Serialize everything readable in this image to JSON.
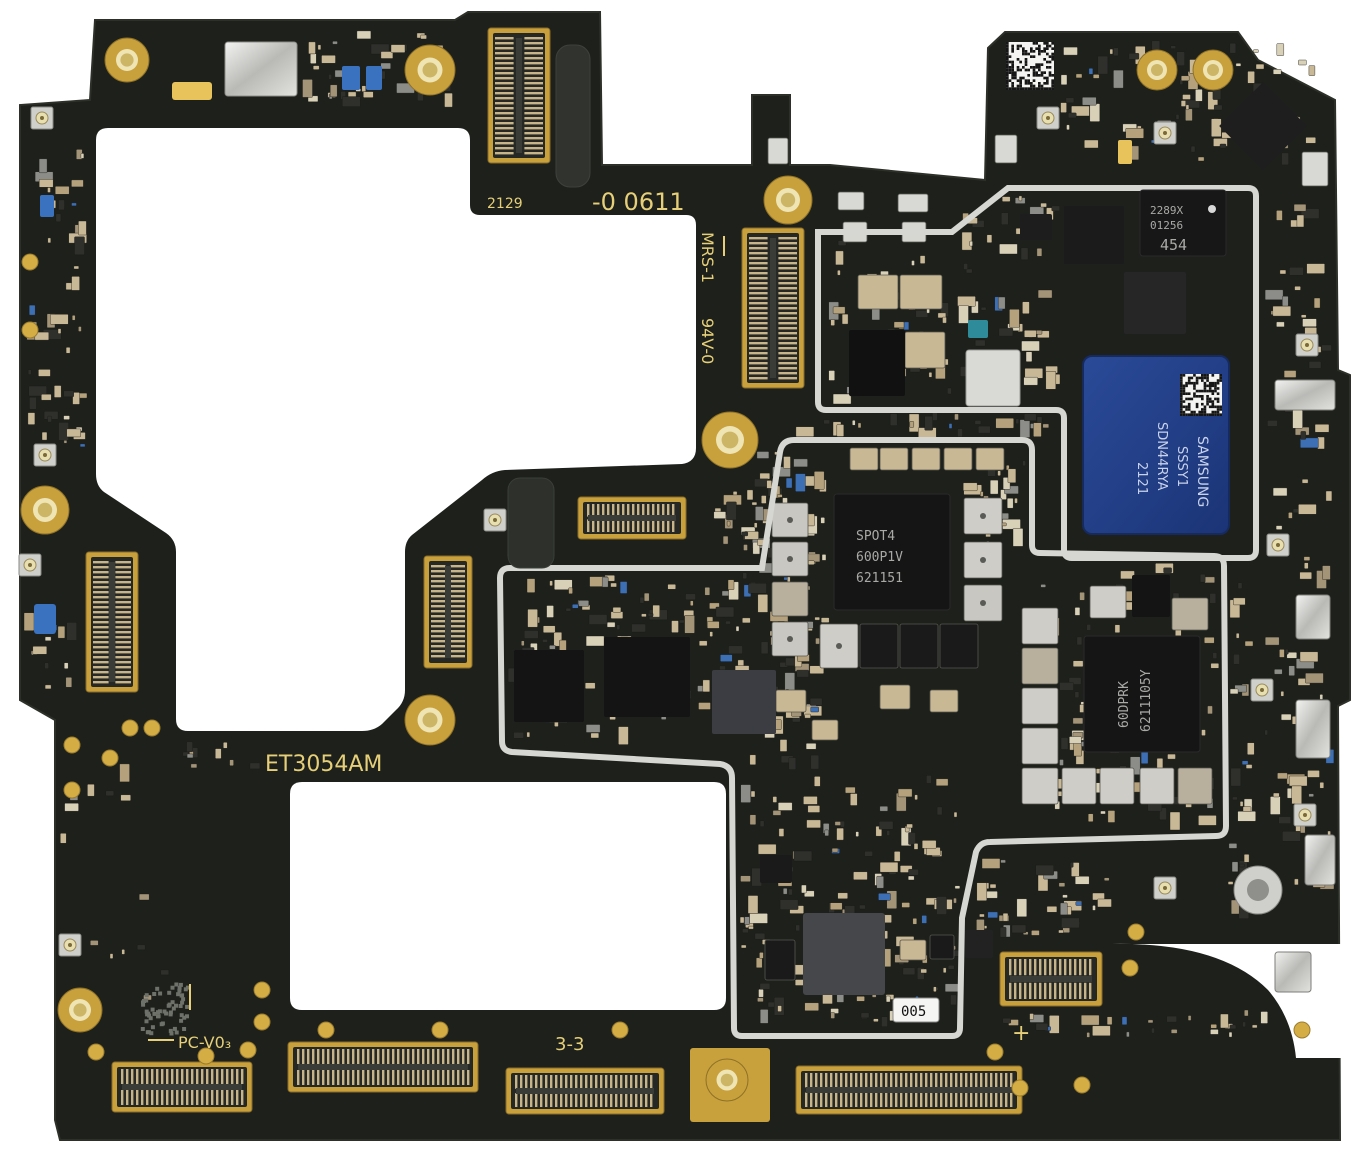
{
  "silkscreen": {
    "date_code": "2129",
    "part_code": "-0 0611",
    "mrs_mark": "MRS-1",
    "flammability_rating": "94V-0",
    "board_model": "ET3054AM",
    "pc_version": "PC-V0₃",
    "zone_mark": "3-3",
    "polarity_mark": "+"
  },
  "chips": {
    "ufs_storage": {
      "brand": "SAMSUNG",
      "line1": "SSSY1",
      "line2": "SDN44RYA",
      "line3": "2121"
    },
    "spot_pmic": {
      "line1": "SPOT4",
      "line2": "600P1V",
      "line3": "621151"
    },
    "dprk_pmic": {
      "line1": "60DPRK",
      "line2": "6211105Y"
    },
    "small_ic": {
      "line1": "2289X",
      "line2": "01256",
      "line3": "454"
    }
  },
  "sticker_label": "005",
  "colors": {
    "background": "#ffffff",
    "board": "#1d201b",
    "silkscreen": "#e6cf78",
    "gold": "#c8a13c",
    "shield": "#d6d6d2",
    "ufs_package": "#223f88"
  }
}
